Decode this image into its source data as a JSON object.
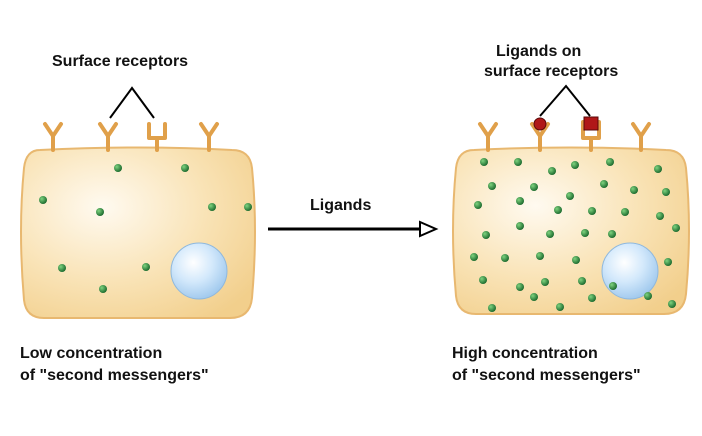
{
  "labels": {
    "left_callout": "Surface receptors",
    "right_callout_line1": "Ligands on",
    "right_callout_line2": "surface receptors",
    "arrow_label": "Ligands",
    "left_caption_line1": "Low concentration",
    "left_caption_line2": "of \"second messengers\"",
    "right_caption_line1": "High concentration",
    "right_caption_line2": "of \"second messengers\""
  },
  "colors": {
    "cell_fill": "#f6d9a0",
    "cell_stroke": "#e8b870",
    "receptor": "#e0a04a",
    "messenger": "#1f7a2e",
    "nucleus": "#b9d9f4",
    "ligand": "#b01818",
    "arrow": "#000000"
  },
  "left_cell": {
    "second_messenger_count": 9,
    "receptor_count": 4
  },
  "right_cell": {
    "second_messenger_count": 40,
    "receptor_count": 4,
    "bound_ligands": 2
  }
}
